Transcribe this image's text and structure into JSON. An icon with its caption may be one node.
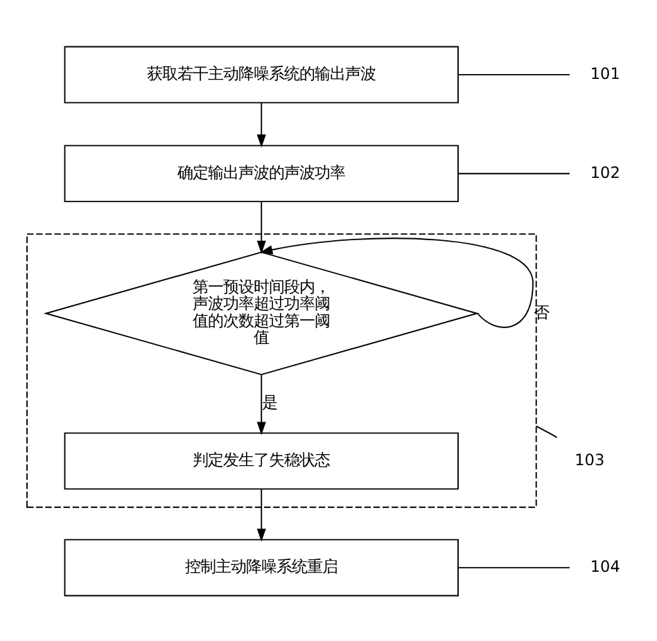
{
  "diagram": {
    "nodes": [
      {
        "text": [
          "获取若干主动降噪系统的输出声波"
        ]
      },
      {
        "text": [
          "101"
        ]
      },
      {
        "text": [
          "确定输出声波的声波功率"
        ]
      },
      {
        "text": [
          "102"
        ]
      },
      {
        "text": [],
        "shape": "box"
      },
      {
        "text": [
          "第一预设时间段内，声波功率超过功率阈值的次数超过第一阈值"
        ],
        "in": 4
      },
      {
        "text": [
          "判定发生了失稳状态"
        ],
        "in": 4
      },
      {
        "text": [
          "103"
        ]
      },
      {
        "text": [
          "控制主动降噪系统重启"
        ]
      },
      {
        "text": [
          "104"
        ]
      }
    ],
    "edges": [
      {
        "from": 0,
        "to": 2,
        "arrow": "to"
      },
      {
        "from": 2,
        "to": 5,
        "arrow": "to"
      },
      {
        "from": 5,
        "to": 5,
        "arrow": "to",
        "label": "否"
      },
      {
        "from": 5,
        "to": 6,
        "arrow": "to",
        "label": "是"
      },
      {
        "from": 6,
        "to": 8,
        "arrow": "to"
      },
      {
        "from": 1,
        "to": 0,
        "arrow": "none"
      },
      {
        "from": 3,
        "to": 2,
        "arrow": "none"
      },
      {
        "from": 7,
        "to": 4,
        "arrow": "none"
      },
      {
        "from": 9,
        "to": 8,
        "arrow": "none"
      }
    ]
  }
}
